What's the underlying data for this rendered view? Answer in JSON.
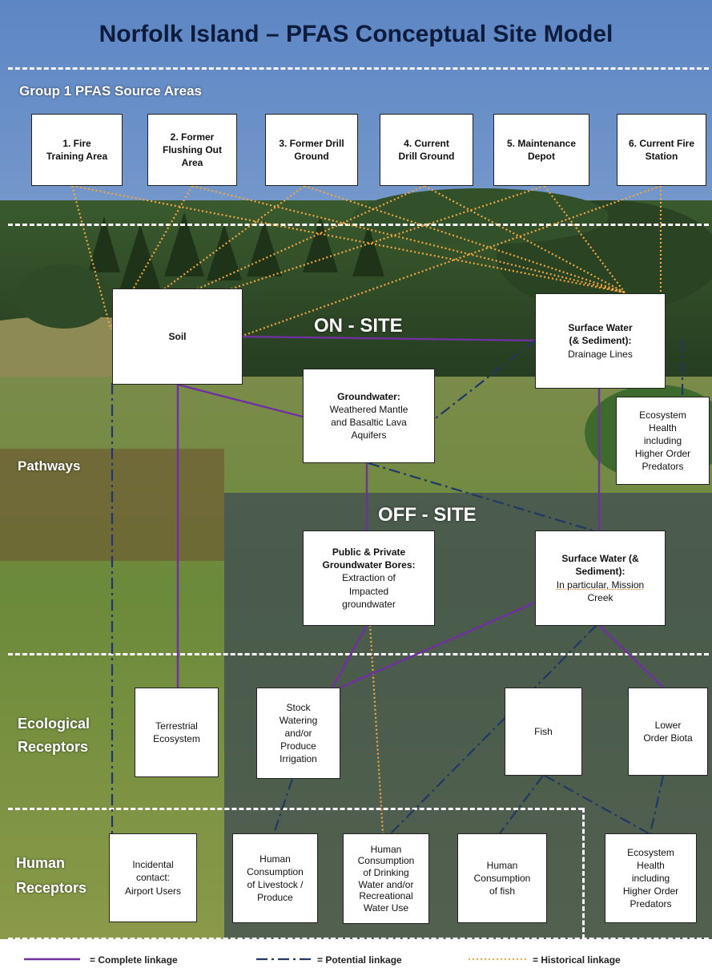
{
  "title": "Norfolk Island – PFAS Conceptual Site Model",
  "section_labels": {
    "sources": "Group 1 PFAS Source Areas",
    "pathways": "Pathways",
    "ecological_line1": "Ecological",
    "ecological_line2": "Receptors",
    "human_line1": "Human",
    "human_line2": "Receptors",
    "on_site": "ON - SITE",
    "off_site": "OFF - SITE"
  },
  "sources": [
    {
      "line1": "1. Fire",
      "line2": "Training Area",
      "line3": ""
    },
    {
      "line1": "2. Former",
      "line2": "Flushing Out",
      "line3": "Area"
    },
    {
      "line1": "3. Former Drill",
      "line2": "Ground",
      "line3": ""
    },
    {
      "line1": "4. Current",
      "line2": "Drill Ground",
      "line3": ""
    },
    {
      "line1": "5. Maintenance",
      "line2": "Depot",
      "line3": ""
    },
    {
      "line1": "6. Current Fire",
      "line2": "Station",
      "line3": ""
    }
  ],
  "pathways": {
    "soil": "Soil",
    "surface_water_on": {
      "bold1": "Surface Water",
      "bold2": "(& Sediment):",
      "text": "Drainage Lines"
    },
    "groundwater": {
      "bold": "Groundwater:",
      "line1": "Weathered Mantle",
      "line2": "and Basaltic Lava",
      "line3": "Aquifers"
    },
    "ecosystem_on": {
      "line1": "Ecosystem",
      "line2": "Health",
      "line3": "including",
      "line4": "Higher Order",
      "line5": "Predators"
    },
    "bores": {
      "bold1": "Public & Private",
      "bold2": "Groundwater Bores:",
      "line1": "Extraction of",
      "line2": "Impacted",
      "line3": "groundwater"
    },
    "surface_water_off": {
      "bold1": "Surface Water (&",
      "bold2": "Sediment):",
      "line1": "In particular, Mission",
      "line2": "Creek"
    }
  },
  "ecological": {
    "terrestrial": {
      "line1": "Terrestrial",
      "line2": "Ecosystem"
    },
    "stock": {
      "line1": "Stock",
      "line2": "Watering",
      "line3": "and/or",
      "line4": "Produce",
      "line5": "Irrigation"
    },
    "fish": "Fish",
    "lower_biota": {
      "line1": "Lower",
      "line2": "Order Biota"
    }
  },
  "human": {
    "incidental": {
      "line1": "Incidental",
      "line2": "contact:",
      "line3": "Airport Users"
    },
    "livestock": {
      "line1": "Human",
      "line2": "Consumption",
      "line3": "of Livestock /",
      "line4": "Produce"
    },
    "drinking": {
      "line1": "Human",
      "line2": "Consumption",
      "line3": "of Drinking",
      "line4": "Water and/or",
      "line5": "Recreational",
      "line6": "Water Use"
    },
    "fish": {
      "line1": "Human",
      "line2": "Consumption",
      "line3": "of fish"
    },
    "ecosystem": {
      "line1": "Ecosystem",
      "line2": "Health",
      "line3": "including",
      "line4": "Higher Order",
      "line5": "Predators"
    }
  },
  "legend": {
    "complete": "= Complete linkage",
    "potential": "= Potential linkage",
    "historical": "= Historical linkage"
  },
  "colors": {
    "complete": "#7030a0",
    "potential": "#1f3864",
    "historical": "#f4a742",
    "sky": "#6f93c8",
    "forest": "#2e4a2a",
    "grass": "#8a9a4a",
    "offsite_overlay": "#3d4a52"
  }
}
